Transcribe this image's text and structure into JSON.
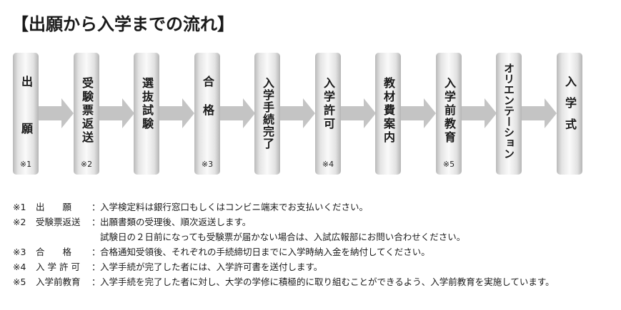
{
  "title": "【出願から入学までの流れ】",
  "steps": [
    {
      "label": "出願",
      "note": "※1"
    },
    {
      "label": "受験票返送",
      "note": "※2"
    },
    {
      "label": "選抜試験",
      "note": ""
    },
    {
      "label": "合格",
      "note": "※3"
    },
    {
      "label": "入学手続完了",
      "note": ""
    },
    {
      "label": "入学許可",
      "note": "※4"
    },
    {
      "label": "教材費案内",
      "note": ""
    },
    {
      "label": "入学前教育",
      "note": "※5"
    },
    {
      "label": "オリエンテーション",
      "note": ""
    },
    {
      "label": "入学式",
      "note": ""
    }
  ],
  "notes": [
    {
      "mark": "※1",
      "key": "出　　願",
      "colon": "：",
      "text": "入学検定料は銀行窓口もしくはコンビニ端末でお支払いください。"
    },
    {
      "mark": "※2",
      "key": "受験票返送",
      "colon": "：",
      "text": "出願書類の受理後、順次返送します。"
    },
    {
      "mark": "",
      "key": "",
      "colon": "",
      "text": "試験日の２日前になっても受験票が届かない場合は、入試広報部にお問い合わせください。"
    },
    {
      "mark": "※3",
      "key": "合　　格",
      "colon": "：",
      "text": "合格通知受領後、それぞれの手続締切日までに入学時納入金を納付してください。"
    },
    {
      "mark": "※4",
      "key": "入 学 許 可",
      "colon": "：",
      "text": "入学手続が完了した者には、入学許可書を送付します。"
    },
    {
      "mark": "※5",
      "key": "入学前教育",
      "colon": "：",
      "text": "入学手続を完了した者に対し、大学の学修に積極的に取り組むことができるよう、入学前教育を実施しています。"
    }
  ]
}
